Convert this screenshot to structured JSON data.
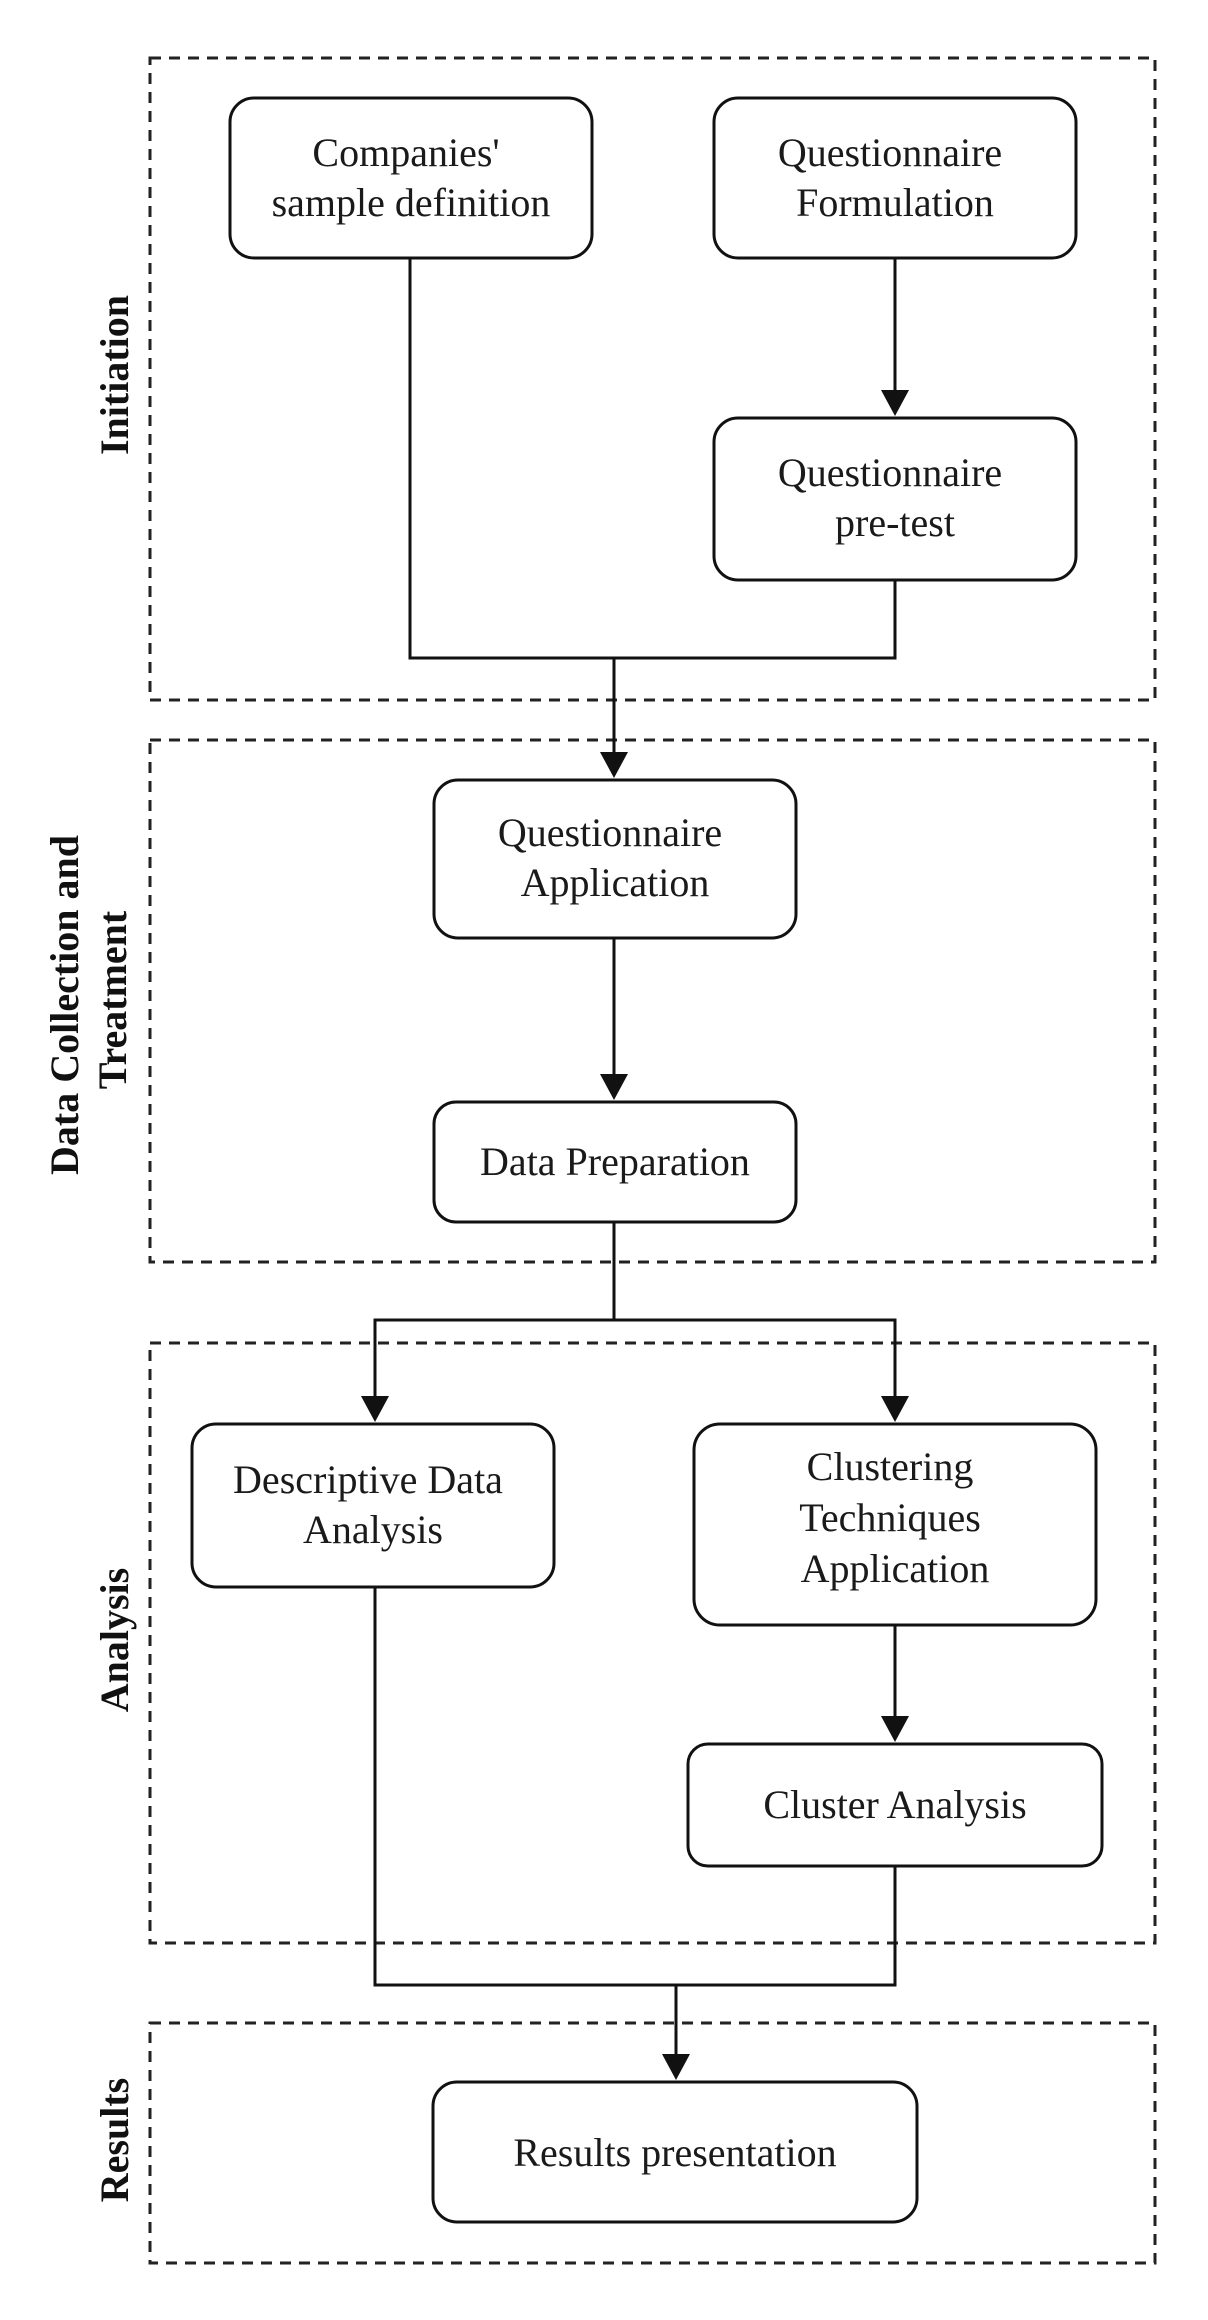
{
  "phases": {
    "initiation": "Initiation",
    "data_collection_line1": "Data Collection and",
    "data_collection_line2": "Treatment",
    "analysis": "Analysis",
    "results": "Results"
  },
  "nodes": {
    "companies_sample": [
      "Companies'",
      "sample definition"
    ],
    "questionnaire_formulation": [
      "Questionnaire",
      "Formulation"
    ],
    "questionnaire_pretest": [
      "Questionnaire",
      "pre-test"
    ],
    "questionnaire_application": [
      "Questionnaire",
      "Application"
    ],
    "data_preparation": [
      "Data Preparation"
    ],
    "descriptive_analysis": [
      "Descriptive Data",
      "Analysis"
    ],
    "clustering_application": [
      "Clustering",
      "Techniques",
      "Application"
    ],
    "cluster_analysis": [
      "Cluster Analysis"
    ],
    "results_presentation": [
      "Results presentation"
    ]
  }
}
